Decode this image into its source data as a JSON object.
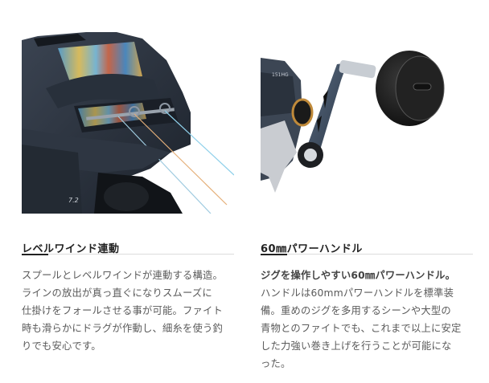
{
  "features": [
    {
      "image": {
        "icon": "reel-level-wind-photo",
        "alt": "Level wind close-up of baitcasting reel with multicolor line",
        "reel_marking": "7.2",
        "colors": {
          "body": "#2b3340",
          "line_blue": "#6fb6d8",
          "line_orange": "#d89a5a"
        }
      },
      "title": "レベルワインド連動",
      "lead": "",
      "body_lines": [
        "スプールとレベルワインドが連動する構造。",
        "ラインの放出が真っ直ぐになりスムーズに",
        "仕掛けをフォールさせる事が可能。ファイト",
        "時も滑らかにドラグが作動し、細糸を使う釣",
        "りでも安心です。"
      ]
    },
    {
      "image": {
        "icon": "reel-power-handle-photo",
        "alt": "60mm power handle with round black knob",
        "reel_marking": "151HG",
        "colors": {
          "arm": "#3a4a5c",
          "knob": "#1a1a1a",
          "ring": "#c08a3a"
        }
      },
      "title": "60㎜パワーハンドル",
      "lead": "ジグを操作しやすい60㎜パワーハンドル。",
      "body_lines": [
        "ハンドルは60mmパワーハンドルを標準装",
        "備。重めのジグを多用するシーンや大型の",
        "青物とのファイトでも、これまで以上に安定",
        "した力強い巻き上げを行うことが可能にな",
        "った。"
      ]
    }
  ],
  "style": {
    "divider_accent": "#222222",
    "divider_line": "#dcdcdc",
    "title_color": "#222222",
    "body_color": "#5a5a5a"
  }
}
